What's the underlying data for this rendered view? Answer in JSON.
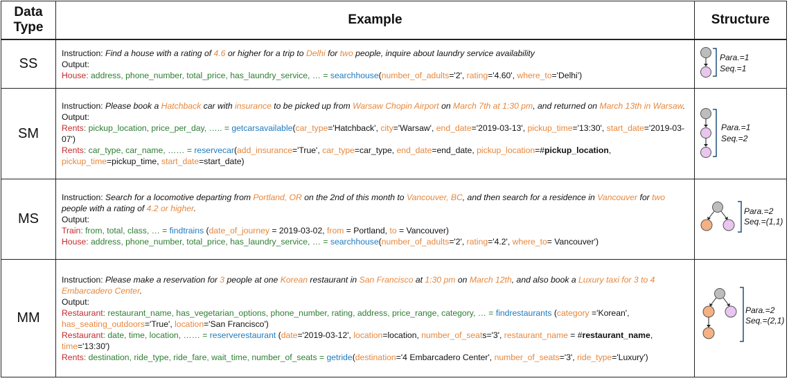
{
  "headers": {
    "type_line1": "Data",
    "type_line2": "Type",
    "example": "Example",
    "structure": "Structure"
  },
  "labels": {
    "instruction": "Instruction: ",
    "output": "Output:"
  },
  "colors": {
    "orange": "#e6873c",
    "green": "#2e7d32",
    "red": "#c62828",
    "blue": "#1f7bbf",
    "gray_node": "#bdbdbd",
    "pink_node": "#e8c6ee",
    "orange_node": "#f4b183",
    "brace": "#1f4e79"
  },
  "rows": [
    {
      "type": "SS",
      "instruction": [
        {
          "t": "Find a house with a rating of "
        },
        {
          "t": "4.6",
          "c": "o"
        },
        {
          "t": " or higher for a trip to "
        },
        {
          "t": "Delhi",
          "c": "o"
        },
        {
          "t": " for "
        },
        {
          "t": "two",
          "c": "o"
        },
        {
          "t": " people, inquire about laundry service availability"
        }
      ],
      "output": [
        [
          {
            "t": "House",
            "c": "r"
          },
          {
            "t": ": address, phone_number, total_price, has_laundry_service, … = ",
            "c": "g"
          },
          {
            "t": "searchhouse",
            "c": "b"
          },
          {
            "t": "("
          },
          {
            "t": "number_of_adults",
            "c": "o"
          },
          {
            "t": "='2', "
          },
          {
            "t": "rating",
            "c": "o"
          },
          {
            "t": "='4.60', "
          },
          {
            "t": "where_to",
            "c": "o"
          },
          {
            "t": "='Delhi')"
          }
        ]
      ],
      "structure": {
        "para": "Para.=1",
        "seq": "Seq.=1"
      }
    },
    {
      "type": "SM",
      "instruction": [
        {
          "t": "Please book a "
        },
        {
          "t": "Hatchback",
          "c": "o"
        },
        {
          "t": " car with "
        },
        {
          "t": "insurance",
          "c": "o"
        },
        {
          "t": " to be picked up from "
        },
        {
          "t": "Warsaw Chopin Airport",
          "c": "o"
        },
        {
          "t": " on "
        },
        {
          "t": "March 7th at 1:30 pm",
          "c": "o"
        },
        {
          "t": ", and returned on "
        },
        {
          "t": "March 13th in Warsaw",
          "c": "o"
        },
        {
          "t": "."
        }
      ],
      "output": [
        [
          {
            "t": "Rents",
            "c": "r"
          },
          {
            "t": ": pickup_location, price_per_day, ….. = ",
            "c": "g"
          },
          {
            "t": "getcarsavailable",
            "c": "b"
          },
          {
            "t": "("
          },
          {
            "t": "car_type",
            "c": "o"
          },
          {
            "t": "='Hatchback', "
          },
          {
            "t": "city",
            "c": "o"
          },
          {
            "t": "='Warsaw', "
          },
          {
            "t": "end_date",
            "c": "o"
          },
          {
            "t": "='2019-03-13', "
          },
          {
            "t": "pickup_time",
            "c": "o"
          },
          {
            "t": "='13:30', "
          },
          {
            "t": "start_date",
            "c": "o"
          },
          {
            "t": "='2019-03-07')"
          }
        ],
        [
          {
            "t": "Rents",
            "c": "r"
          },
          {
            "t": ": car_type, car_name, …… = ",
            "c": "g"
          },
          {
            "t": "reservecar",
            "c": "b"
          },
          {
            "t": "("
          },
          {
            "t": "add_insurance",
            "c": "o"
          },
          {
            "t": "='True', "
          },
          {
            "t": "car_type",
            "c": "o"
          },
          {
            "t": "=car_type, "
          },
          {
            "t": "end_date",
            "c": "o"
          },
          {
            "t": "=end_date, "
          },
          {
            "t": "pickup_location",
            "c": "o"
          },
          {
            "t": "=#"
          },
          {
            "t": "pickup_location",
            "c": "bold"
          },
          {
            "t": ", "
          },
          {
            "t": "pickup_time",
            "c": "o"
          },
          {
            "t": "=pickup_time, "
          },
          {
            "t": "start_date",
            "c": "o"
          },
          {
            "t": "=start_date)"
          }
        ]
      ],
      "structure": {
        "para": "Para.=1",
        "seq": "Seq.=2"
      }
    },
    {
      "type": "MS",
      "instruction": [
        {
          "t": "Search for a locomotive departing from "
        },
        {
          "t": "Portland, OR",
          "c": "o"
        },
        {
          "t": " on the 2nd of this month to "
        },
        {
          "t": "Vancouver, BC",
          "c": "o"
        },
        {
          "t": ", and then search for a residence in "
        },
        {
          "t": "Vancouver",
          "c": "o"
        },
        {
          "t": " for "
        },
        {
          "t": "two",
          "c": "o"
        },
        {
          "t": " people with a rating of "
        },
        {
          "t": "4.2 or higher",
          "c": "o"
        },
        {
          "t": "."
        }
      ],
      "output": [
        [
          {
            "t": "Train",
            "c": "r"
          },
          {
            "t": ": from, total, class, … = ",
            "c": "g"
          },
          {
            "t": "findtrains",
            "c": "b"
          },
          {
            "t": " ("
          },
          {
            "t": "date_of_journey",
            "c": "o"
          },
          {
            "t": " = 2019-03-02, "
          },
          {
            "t": "from",
            "c": "o"
          },
          {
            "t": " = Portland, "
          },
          {
            "t": "to",
            "c": "o"
          },
          {
            "t": " = Vancouver)"
          }
        ],
        [
          {
            "t": "House",
            "c": "r"
          },
          {
            "t": ": address, phone_number, total_price, has_laundry_service, … = ",
            "c": "g"
          },
          {
            "t": "searchhouse",
            "c": "b"
          },
          {
            "t": "("
          },
          {
            "t": "number_of_adults",
            "c": "o"
          },
          {
            "t": "='2', "
          },
          {
            "t": "rating",
            "c": "o"
          },
          {
            "t": "='4.2', "
          },
          {
            "t": "where_to",
            "c": "o"
          },
          {
            "t": "= Vancouver')"
          }
        ]
      ],
      "structure": {
        "para": "Para.=2",
        "seq": "Seq.=(1,1)"
      }
    },
    {
      "type": "MM",
      "instruction": [
        {
          "t": "Please make a reservation for "
        },
        {
          "t": "3",
          "c": "o"
        },
        {
          "t": " people at one "
        },
        {
          "t": "Korean",
          "c": "o"
        },
        {
          "t": " restaurant in "
        },
        {
          "t": "San Francisco",
          "c": "o"
        },
        {
          "t": " at "
        },
        {
          "t": "1:30 pm",
          "c": "o"
        },
        {
          "t": " on "
        },
        {
          "t": "March 12th",
          "c": "o"
        },
        {
          "t": ", and also book a "
        },
        {
          "t": "Luxury taxi for 3 to 4 Embarcadero Center",
          "c": "o"
        },
        {
          "t": "."
        }
      ],
      "output": [
        [
          {
            "t": "Restaurant",
            "c": "r"
          },
          {
            "t": ": restaurant_name, has_vegetarian_options, phone_number, rating, address, price_range, category, … = ",
            "c": "g"
          },
          {
            "t": "findrestaurants",
            "c": "b"
          },
          {
            "t": " ("
          },
          {
            "t": "category",
            "c": "o"
          },
          {
            "t": " ='Korean', "
          },
          {
            "t": "has_seating_outdoors",
            "c": "o"
          },
          {
            "t": "='True', "
          },
          {
            "t": "location",
            "c": "o"
          },
          {
            "t": "='San Francisco')"
          }
        ],
        [
          {
            "t": "Restaurant",
            "c": "r"
          },
          {
            "t": ": date, time, location, …… = ",
            "c": "g"
          },
          {
            "t": "reserverestaurant",
            "c": "b"
          },
          {
            "t": " ("
          },
          {
            "t": "date",
            "c": "o"
          },
          {
            "t": "='2019-03-12', "
          },
          {
            "t": "location",
            "c": "o"
          },
          {
            "t": "=location, "
          },
          {
            "t": "number_of_seat",
            "c": "o"
          },
          {
            "t": "s='3', "
          },
          {
            "t": "restaurant_name",
            "c": "o"
          },
          {
            "t": " = #"
          },
          {
            "t": "restaurant_name",
            "c": "bold"
          },
          {
            "t": ",  "
          },
          {
            "t": "time",
            "c": "o"
          },
          {
            "t": "='13:30')"
          }
        ],
        [
          {
            "t": "Rents",
            "c": "r"
          },
          {
            "t": ": destination, ride_type, ride_fare, wait_time, number_of_seats = ",
            "c": "g"
          },
          {
            "t": "getride",
            "c": "b"
          },
          {
            "t": "("
          },
          {
            "t": "destination",
            "c": "o"
          },
          {
            "t": "='4 Embarcadero Center', "
          },
          {
            "t": "number_of_seats",
            "c": "o"
          },
          {
            "t": "='3', "
          },
          {
            "t": "ride_type",
            "c": "o"
          },
          {
            "t": "='Luxury')"
          }
        ]
      ],
      "structure": {
        "para": "Para.=2",
        "seq": "Seq.=(2,1)"
      }
    }
  ]
}
